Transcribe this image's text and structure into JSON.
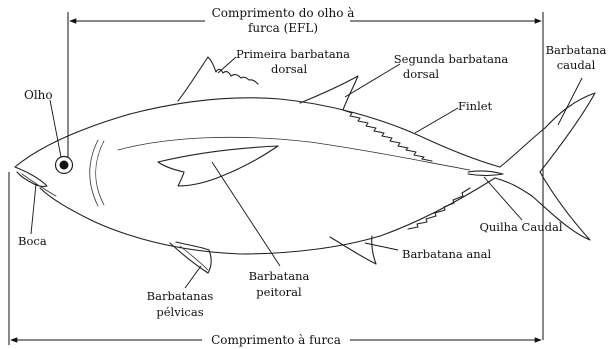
{
  "labels": {
    "efl_line1": "Comprimento do olho à",
    "efl_line2": "furca (EFL)",
    "fork_length": "Comprimento à furca",
    "eye": "Olho",
    "first_dorsal_line1": "Primeira barbatana",
    "first_dorsal_line2": "dorsal",
    "second_dorsal_line1": "Segunda barbatana",
    "second_dorsal_line2": "dorsal",
    "caudal_line1": "Barbatana",
    "caudal_line2": "caudal",
    "finlet": "Finlet",
    "caudal_keel": "Quilha Caudal",
    "mouth": "Boca",
    "anal_fin": "Barbatana anal",
    "pectoral_line1": "Barbatana",
    "pectoral_line2": "peitoral",
    "pelvic_line1": "Barbatanas",
    "pelvic_line2": "pélvicas"
  }
}
